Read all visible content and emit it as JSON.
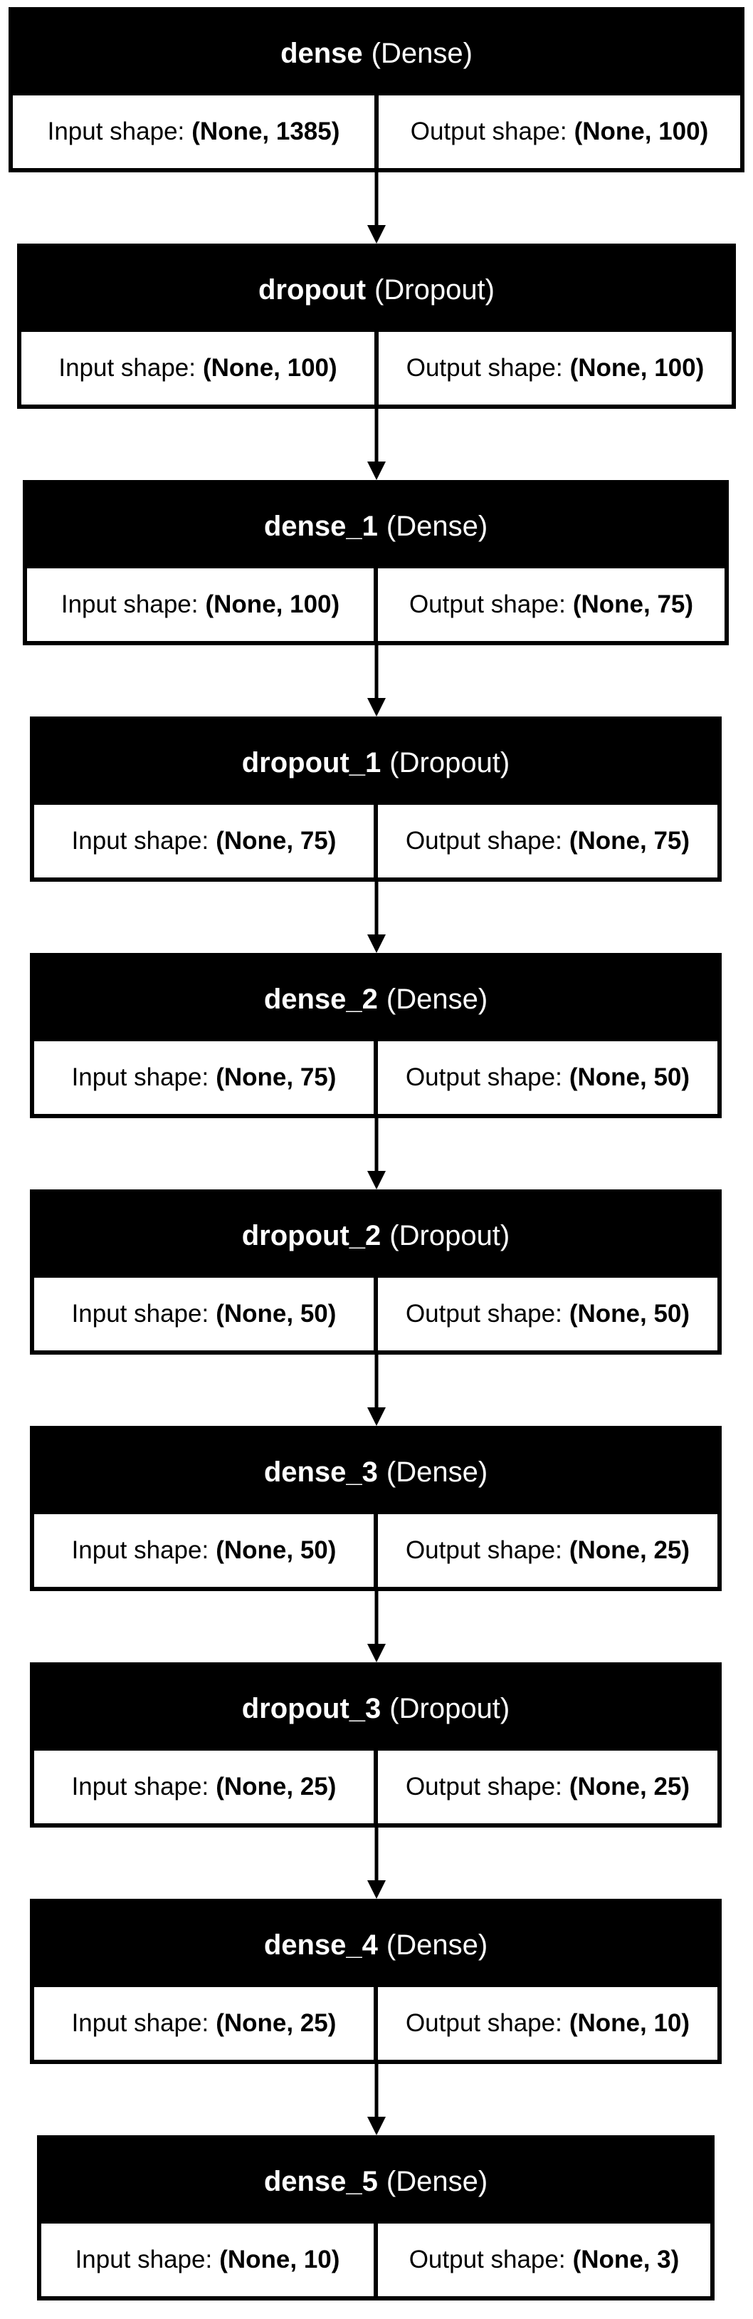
{
  "diagram": {
    "input_label": "Input shape:",
    "output_label": "Output shape:",
    "layers": [
      {
        "name": "dense",
        "type": "(Dense)",
        "input": "(None, 1385)",
        "output": "(None, 100)"
      },
      {
        "name": "dropout",
        "type": "(Dropout)",
        "input": "(None, 100)",
        "output": "(None, 100)"
      },
      {
        "name": "dense_1",
        "type": "(Dense)",
        "input": "(None, 100)",
        "output": "(None, 75)"
      },
      {
        "name": "dropout_1",
        "type": "(Dropout)",
        "input": "(None, 75)",
        "output": "(None, 75)"
      },
      {
        "name": "dense_2",
        "type": "(Dense)",
        "input": "(None, 75)",
        "output": "(None, 50)"
      },
      {
        "name": "dropout_2",
        "type": "(Dropout)",
        "input": "(None, 50)",
        "output": "(None, 50)"
      },
      {
        "name": "dense_3",
        "type": "(Dense)",
        "input": "(None, 50)",
        "output": "(None, 25)"
      },
      {
        "name": "dropout_3",
        "type": "(Dropout)",
        "input": "(None, 25)",
        "output": "(None, 25)"
      },
      {
        "name": "dense_4",
        "type": "(Dense)",
        "input": "(None, 25)",
        "output": "(None, 10)"
      },
      {
        "name": "dense_5",
        "type": "(Dense)",
        "input": "(None, 10)",
        "output": "(None, 3)"
      }
    ]
  }
}
